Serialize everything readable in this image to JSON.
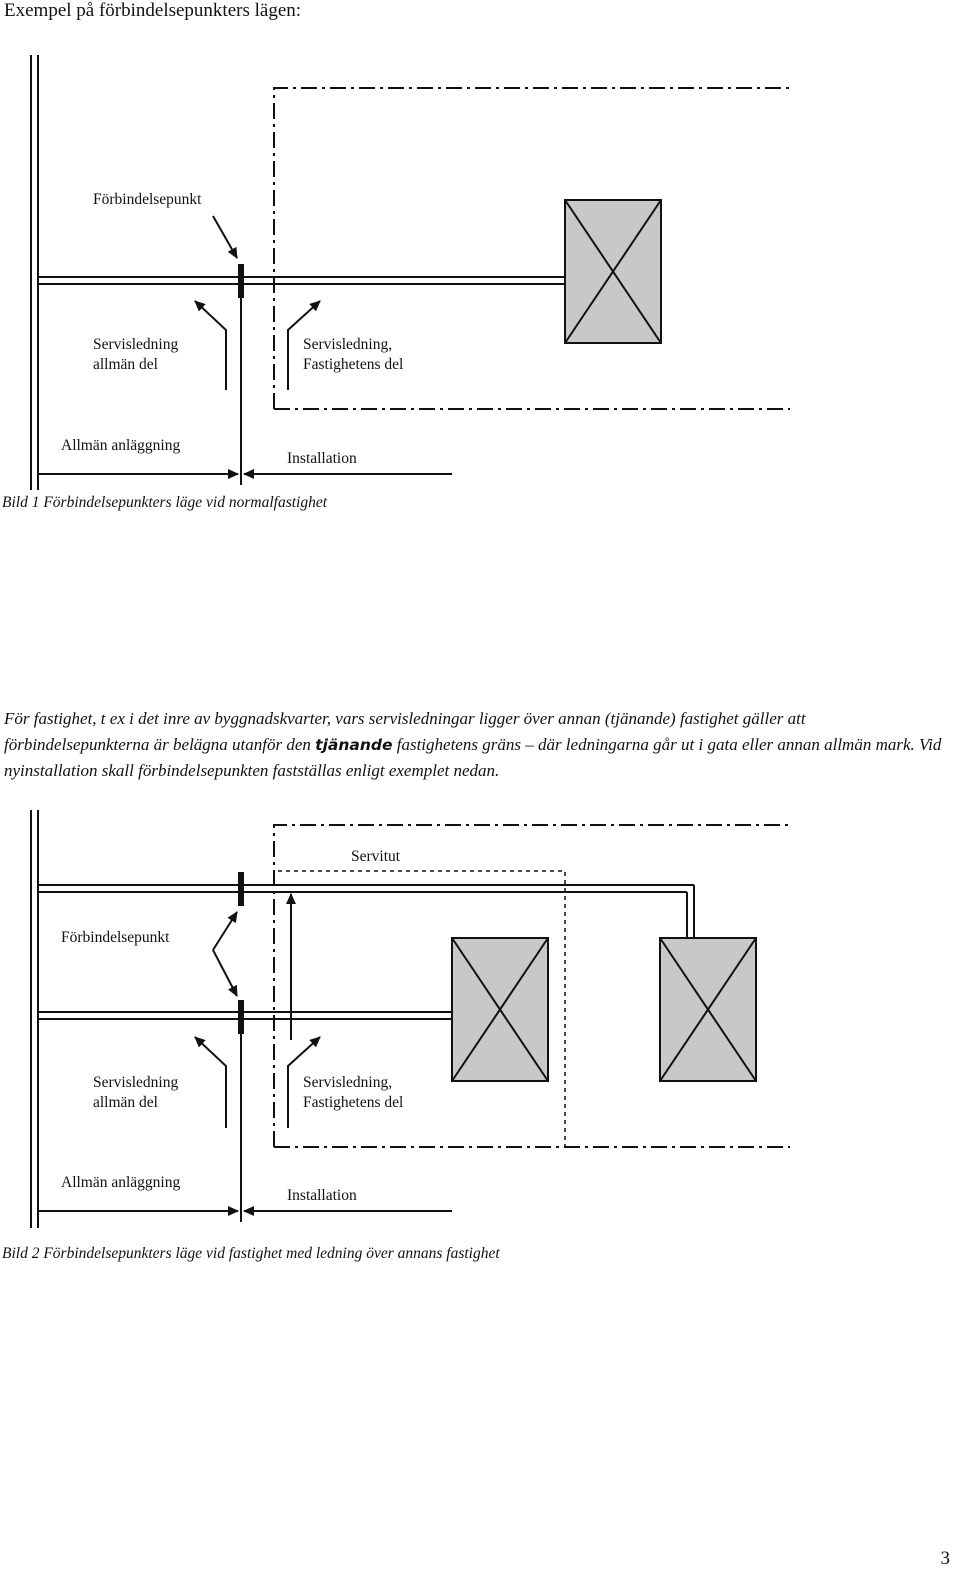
{
  "heading": "Exempel på förbindelsepunkters lägen:",
  "figure1": {
    "label_connection_point": "Förbindelsepunkt",
    "label_service_public_line1": "Servisledning",
    "label_service_public_line2": "allmän del",
    "label_service_property_line1": "Servisledning,",
    "label_service_property_line2": "Fastighetens del",
    "label_public_facility": "Allmän anläggning",
    "label_installation": "Installation",
    "caption": "Bild 1 Förbindelsepunkters läge vid normalfastighet"
  },
  "paragraph": {
    "part1": "För fastighet, t ex i det inre av byggnadskvarter, vars servisledningar ligger över annan (tjänande) fastighet gäller att förbindelsepunkterna är belägna utanför den ",
    "emphasis": "tjänande",
    "part2": " fastighetens gräns – där ledningarna går ut i gata eller annan allmän mark. Vid nyinstallation skall förbindelsepunkten fastställas enligt exemplet nedan."
  },
  "figure2": {
    "label_servitude": "Servitut",
    "label_connection_point": "Förbindelsepunkt",
    "label_service_public_line1": "Servisledning",
    "label_service_public_line2": "allmän del",
    "label_service_property_line1": "Servisledning,",
    "label_service_property_line2": "Fastighetens del",
    "label_public_facility": "Allmän anläggning",
    "label_installation": "Installation",
    "caption": "Bild 2 Förbindelsepunkters läge vid fastighet med ledning över annans fastighet"
  },
  "page_number": "3",
  "colors": {
    "building_fill": "#c8c8c8",
    "line": "#111111"
  }
}
